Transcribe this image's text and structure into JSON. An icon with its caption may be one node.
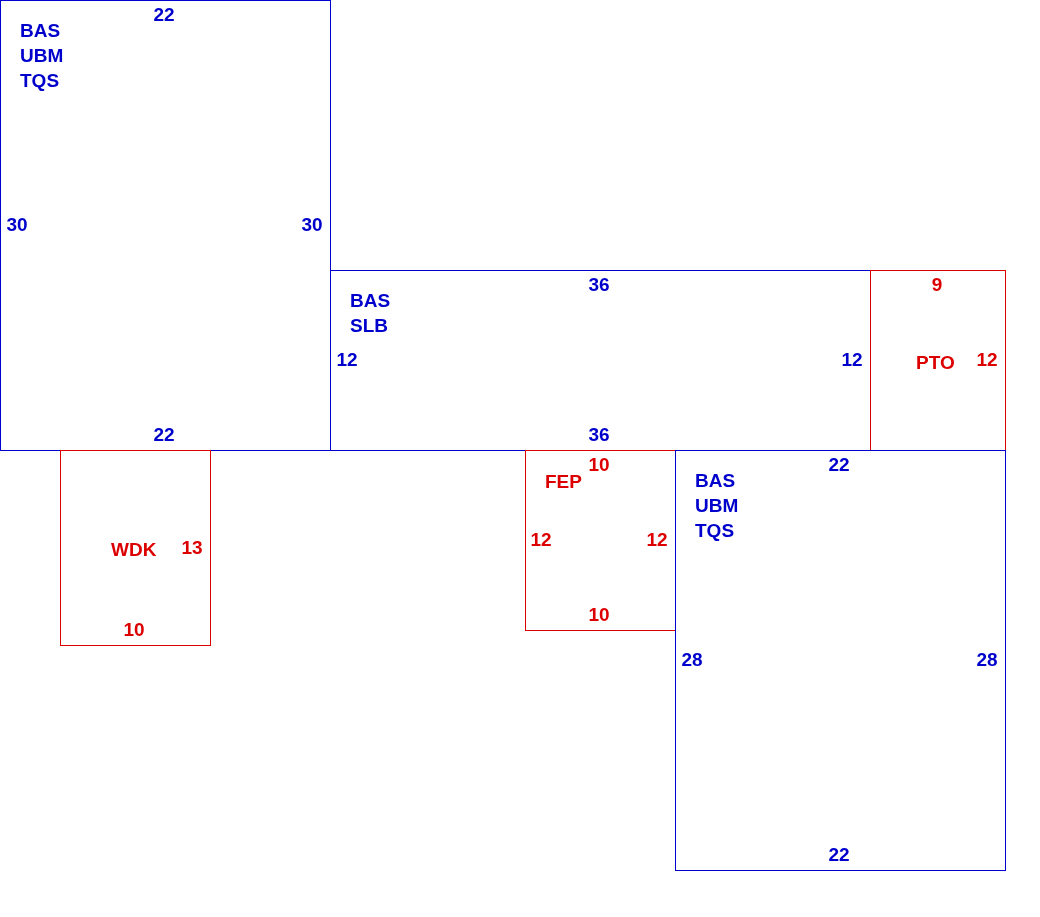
{
  "diagram": {
    "nodes": [
      {
        "text": [
          "BAS UBM TQS",
          "22",
          "30",
          "30",
          "22"
        ]
      },
      {
        "text": [
          "BAS SLB",
          "36",
          "12",
          "12",
          "36"
        ]
      },
      {
        "text": [
          "9",
          "PTO",
          "12"
        ]
      },
      {
        "text": [
          "WDK",
          "13",
          "10"
        ]
      },
      {
        "text": [
          "FEP",
          "10",
          "12",
          "12",
          "10"
        ]
      },
      {
        "text": [
          "BAS UBM TQS",
          "22",
          "28",
          "28",
          "22"
        ]
      }
    ]
  }
}
